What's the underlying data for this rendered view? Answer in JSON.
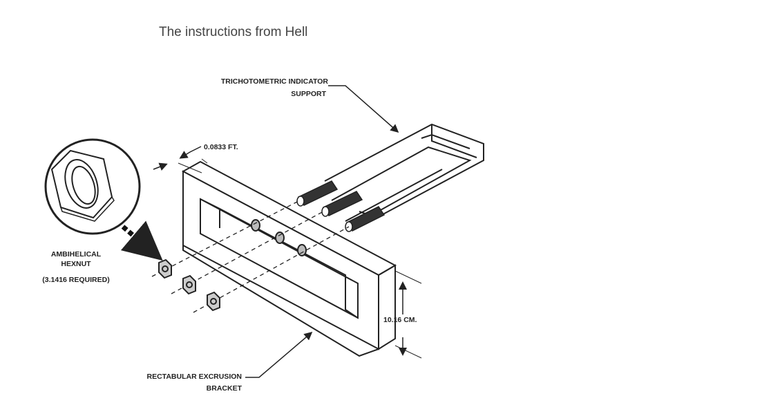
{
  "title": "The instructions from Hell",
  "labels": {
    "support_line1": "TRICHOTOMETRIC INDICATOR",
    "support_line2": "SUPPORT",
    "thickness": "0.0833 FT.",
    "hexnut_line1": "AMBIHELICAL",
    "hexnut_line2": "HEXNUT",
    "hexnut_line3": "(3.1416 REQUIRED)",
    "height": "10.16 CM.",
    "bracket_line1": "RECTABULAR EXCRUSION",
    "bracket_line2": "BRACKET"
  }
}
